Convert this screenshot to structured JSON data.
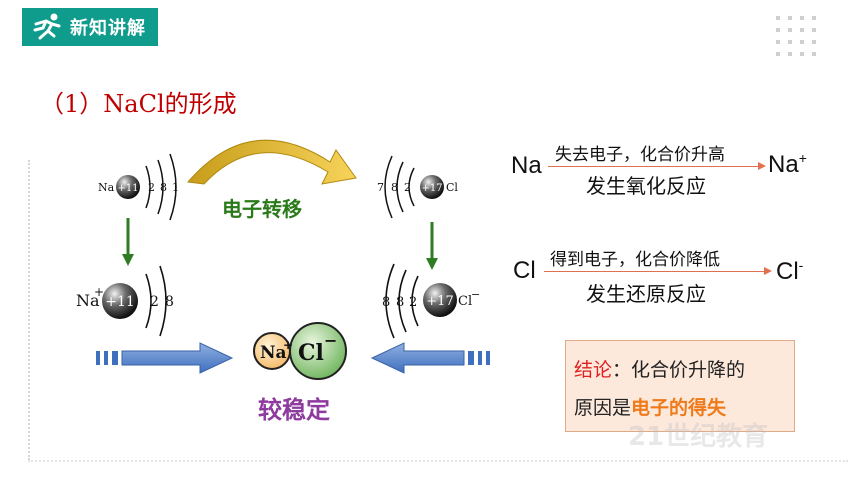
{
  "header": {
    "badge_text": "新知讲解",
    "badge_icon": "runner-icon",
    "badge_color": "#0f9c8c"
  },
  "title": "（1）NaCl的形成",
  "diagram": {
    "na_atom": {
      "symbol": "Na",
      "nucleus": "+11",
      "shells": [
        "2",
        "8",
        "1"
      ]
    },
    "cl_atom": {
      "symbol": "Cl",
      "nucleus": "+17",
      "shells": [
        "7",
        "8",
        "2"
      ]
    },
    "na_ion": {
      "symbol": "Na",
      "charge": "+",
      "nucleus": "+11",
      "shells": [
        "2",
        "8"
      ]
    },
    "cl_ion": {
      "symbol": "Cl",
      "charge": "−",
      "nucleus": "+17",
      "shells": [
        "8",
        "8",
        "2"
      ]
    },
    "transfer_label": "电子转移",
    "compound": {
      "cation": "Na",
      "cation_charge": "+",
      "anion": "Cl",
      "anion_charge": "−"
    },
    "stable_label": "较稳定"
  },
  "equations": [
    {
      "left": "Na",
      "above": "失去电子，化合价升高",
      "right": "Na",
      "right_sup": "+",
      "below": "发生氧化反应"
    },
    {
      "left": "Cl",
      "above": "得到电子，化合价降低",
      "right": "Cl",
      "right_sup": "-",
      "below": "发生还原反应"
    }
  ],
  "conclusion": {
    "prefix": "结论",
    "colon": "：",
    "line1_rest": "化合价升降的",
    "line2_plain": "原因是",
    "line2_emph": "电子的得失"
  },
  "watermark": "21世纪教育"
}
